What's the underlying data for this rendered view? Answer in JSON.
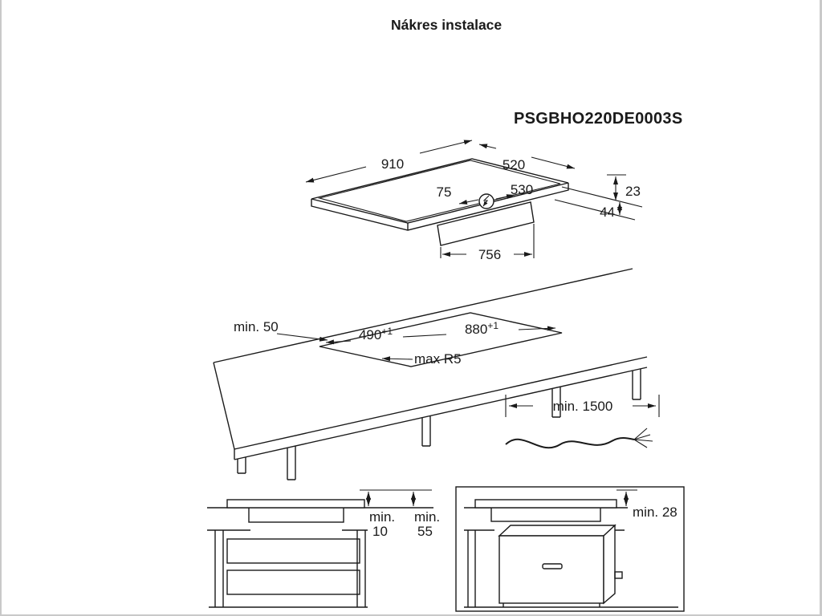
{
  "page": {
    "title": "Nákres instalace",
    "model_code": "PSGBHO220DE0003S"
  },
  "colors": {
    "line": "#1a1a1a",
    "background": "#ffffff",
    "page_edge": "#c9c9c9"
  },
  "icons": {
    "power_connection": "lightning-in-circle"
  },
  "hob": {
    "width": "910",
    "depth": "520",
    "cable_offset_left": "75",
    "cable_offset_right": "530",
    "height_above_worktop": "23",
    "height_total": "44",
    "housing_width": "756"
  },
  "cutout": {
    "wall_clearance": "min. 50",
    "depth": "490",
    "depth_tol": "+1",
    "width": "880",
    "width_tol": "+1",
    "corner_radius": "max R5"
  },
  "cable": {
    "length": "min. 1500"
  },
  "drawer_clearance": {
    "min1_label": "min.",
    "min1_value": "10",
    "min2_label": "min.",
    "min2_value": "55"
  },
  "oven_clearance": {
    "worktop_min": "min. 28"
  }
}
